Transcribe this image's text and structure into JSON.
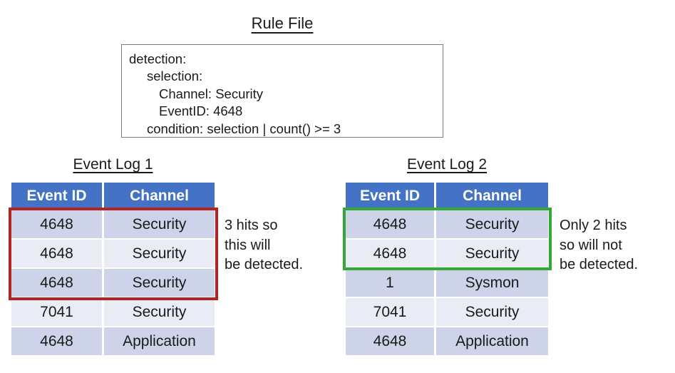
{
  "colors": {
    "header_blue": "#4472C4",
    "row_band_dark": "#CDD3E8",
    "row_band_light": "#E9EBF5",
    "highlight_red": "#B02422",
    "highlight_green": "#32A836",
    "rule_box_border": "#7f7f7f"
  },
  "rule_file": {
    "title": "Rule File",
    "lines": [
      "detection:",
      "selection:",
      "Channel: Security",
      "EventID: 4648",
      "condition: selection | count() >= 3"
    ]
  },
  "event_log_1": {
    "title": "Event Log 1",
    "columns": [
      "Event ID",
      "Channel"
    ],
    "rows": [
      [
        "4648",
        "Security"
      ],
      [
        "4648",
        "Security"
      ],
      [
        "4648",
        "Security"
      ],
      [
        "7041",
        "Security"
      ],
      [
        "4648",
        "Application"
      ]
    ],
    "highlighted_rows": "1-3",
    "annotation": [
      "3 hits so",
      "this will",
      "be detected."
    ]
  },
  "event_log_2": {
    "title": "Event Log 2",
    "columns": [
      "Event ID",
      "Channel"
    ],
    "rows": [
      [
        "4648",
        "Security"
      ],
      [
        "4648",
        "Security"
      ],
      [
        "1",
        "Sysmon"
      ],
      [
        "7041",
        "Security"
      ],
      [
        "4648",
        "Application"
      ]
    ],
    "highlighted_rows": "1-2",
    "annotation": [
      "Only 2 hits",
      "so will not",
      "be detected."
    ]
  }
}
